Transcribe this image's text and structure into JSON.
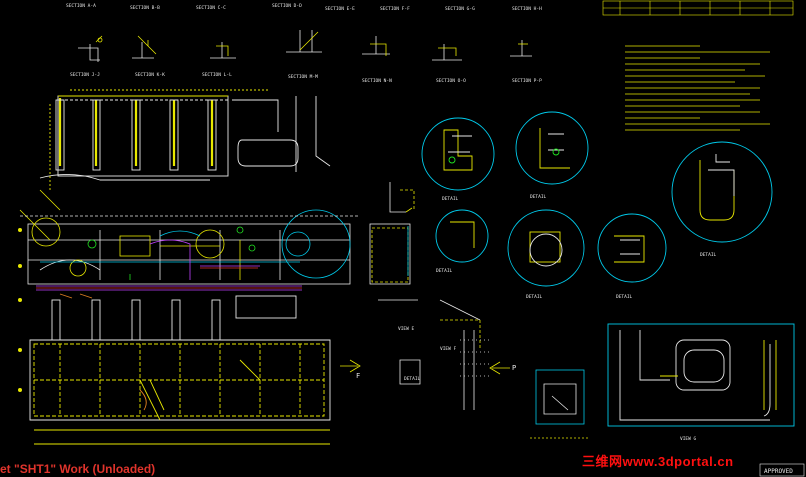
{
  "status_bar": {
    "text": "et \"SHT1\" Work (Unloaded)"
  },
  "watermark": {
    "text": "三维网www.3dportal.cn"
  },
  "colors": {
    "background": "#000000",
    "yellow": "#e8e800",
    "white": "#e8e8e8",
    "cyan": "#00c8e8",
    "green": "#20e020",
    "magenta": "#c040ff",
    "red": "#e0342c",
    "orange": "#e08020"
  },
  "top_labels": [
    "SECTION A-A",
    "SECTION B-B",
    "SECTION C-C",
    "SECTION D-D",
    "SECTION E-E",
    "SECTION F-F",
    "SECTION G-G",
    "SECTION H-H"
  ],
  "mid_labels": [
    "SECTION J-J",
    "SECTION K-K",
    "SECTION L-L",
    "SECTION M-M",
    "SECTION N-N",
    "SECTION O-O",
    "SECTION P-P"
  ],
  "detail_labels": [
    "DETAIL",
    "DETAIL",
    "DETAIL",
    "DETAIL",
    "DETAIL",
    "DETAIL",
    "DETAIL"
  ],
  "view_labels": {
    "view_e": "VIEW E",
    "view_f": "VIEW F",
    "view_g": "VIEW G",
    "arrow_f": "F",
    "arrow_p": "P"
  },
  "title_block": {
    "label": "APPROVED"
  }
}
